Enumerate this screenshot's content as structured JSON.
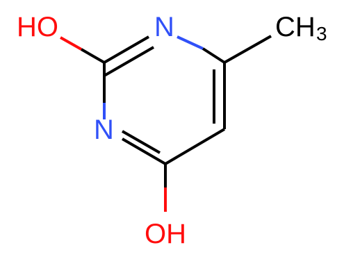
{
  "molecule": {
    "atoms": {
      "ho_top": {
        "text": "HO",
        "color": "#ff0d0d"
      },
      "n_top": {
        "text": "N",
        "color": "#3050f8"
      },
      "n_left": {
        "text": "N",
        "color": "#3050f8"
      },
      "oh_bottom": {
        "text": "OH",
        "color": "#ff0d0d"
      },
      "methyl": {
        "text": "CH",
        "subscript": "3",
        "color": "#000000"
      }
    },
    "bond_color": "#000000"
  }
}
